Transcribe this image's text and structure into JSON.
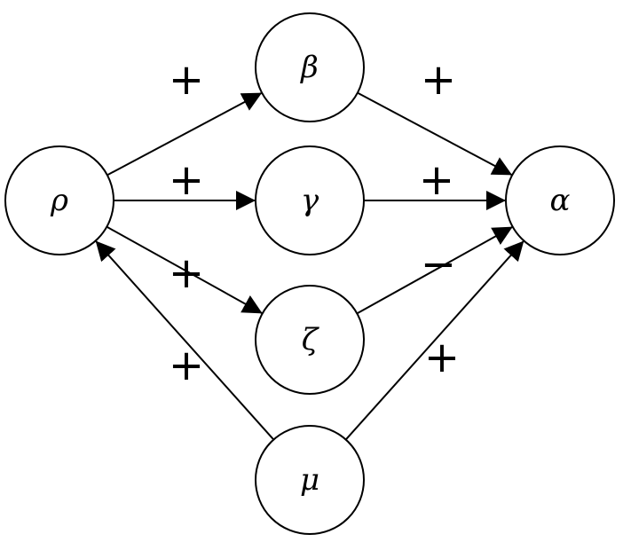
{
  "diagram": {
    "nodes": [
      {
        "id": "rho",
        "label": "ρ"
      },
      {
        "id": "beta",
        "label": "β"
      },
      {
        "id": "gamma",
        "label": "γ"
      },
      {
        "id": "zeta",
        "label": "ζ"
      },
      {
        "id": "mu",
        "label": "μ"
      },
      {
        "id": "alpha",
        "label": "α"
      }
    ],
    "edges": [
      {
        "from": "rho",
        "to": "beta",
        "sign": "+"
      },
      {
        "from": "rho",
        "to": "gamma",
        "sign": "+"
      },
      {
        "from": "rho",
        "to": "zeta",
        "sign": "+"
      },
      {
        "from": "mu",
        "to": "rho",
        "sign": "+"
      },
      {
        "from": "beta",
        "to": "alpha",
        "sign": "+"
      },
      {
        "from": "gamma",
        "to": "alpha",
        "sign": "+"
      },
      {
        "from": "zeta",
        "to": "alpha",
        "sign": "−"
      },
      {
        "from": "mu",
        "to": "alpha",
        "sign": "+"
      }
    ]
  }
}
